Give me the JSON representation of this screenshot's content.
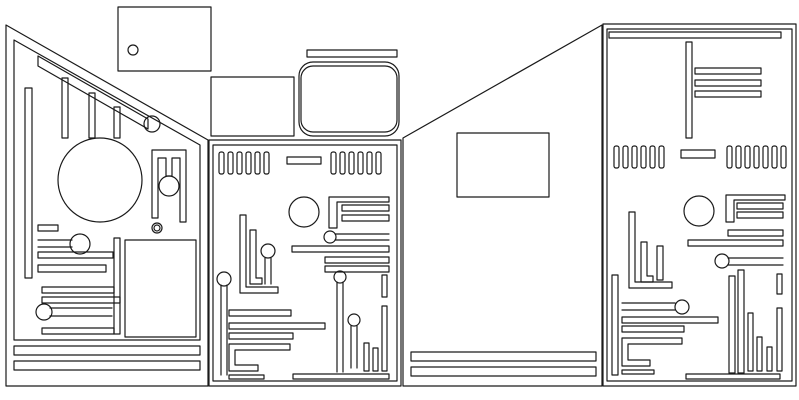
{
  "drawing": {
    "kind": "cutout-template-line-drawing",
    "stroke_color": "#1a1a1a",
    "background_color": "#ffffff",
    "text_labels": []
  },
  "panels": [
    {
      "id": "left-trapezoid-panel",
      "shape": "trapezoid"
    },
    {
      "id": "top-small-card",
      "shape": "rectangle"
    },
    {
      "id": "top-left-box",
      "shape": "rectangle"
    },
    {
      "id": "top-rounded-box",
      "shape": "rounded-rectangle"
    },
    {
      "id": "center-left-panel",
      "shape": "rectangle"
    },
    {
      "id": "center-trapezoid-panel",
      "shape": "trapezoid"
    },
    {
      "id": "right-panel",
      "shape": "rectangle"
    }
  ]
}
